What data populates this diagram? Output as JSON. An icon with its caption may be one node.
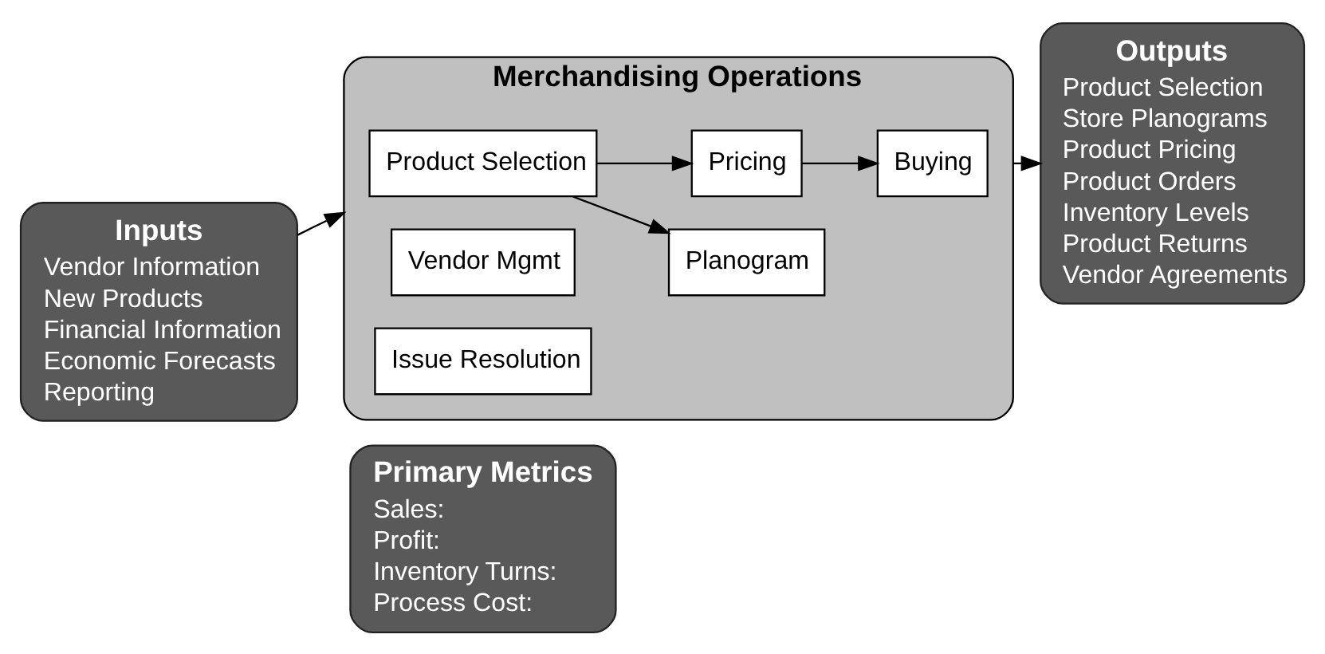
{
  "diagram": {
    "nodes": [
      {
        "text": [
          "Inputs",
          "Vendor Information",
          "New Products",
          "Financial Information",
          "Economic Forecasts",
          "Reporting"
        ]
      },
      {
        "text": [
          "Merchandising Operations"
        ]
      },
      {
        "text": [
          "Product Selection"
        ],
        "in": 1
      },
      {
        "text": [
          "Planogram"
        ],
        "in": 1
      },
      {
        "text": [
          "Pricing"
        ],
        "in": 1
      },
      {
        "text": [
          "Buying"
        ],
        "in": 1
      },
      {
        "text": [
          "Vendor Mgmt"
        ],
        "in": 1
      },
      {
        "text": [
          "Issue Resolution"
        ],
        "in": 1
      },
      {
        "text": [
          "Outputs",
          "Product Selection",
          "Store Planograms",
          "Product Pricing",
          "Product Orders",
          "Inventory Levels",
          "Product Returns",
          "Vendor Agreements"
        ]
      },
      {
        "text": [
          "Primary Metrics",
          "Sales:",
          "Profit:",
          "Inventory Turns:",
          "Process Cost:"
        ]
      }
    ],
    "edges": [
      {
        "from": 0,
        "to": 1,
        "arrow": "to"
      },
      {
        "from": 2,
        "to": 3,
        "arrow": "to"
      },
      {
        "from": 2,
        "to": 4,
        "arrow": "to"
      },
      {
        "from": 4,
        "to": 5,
        "arrow": "to"
      },
      {
        "from": 1,
        "to": 8,
        "arrow": "to"
      }
    ]
  }
}
